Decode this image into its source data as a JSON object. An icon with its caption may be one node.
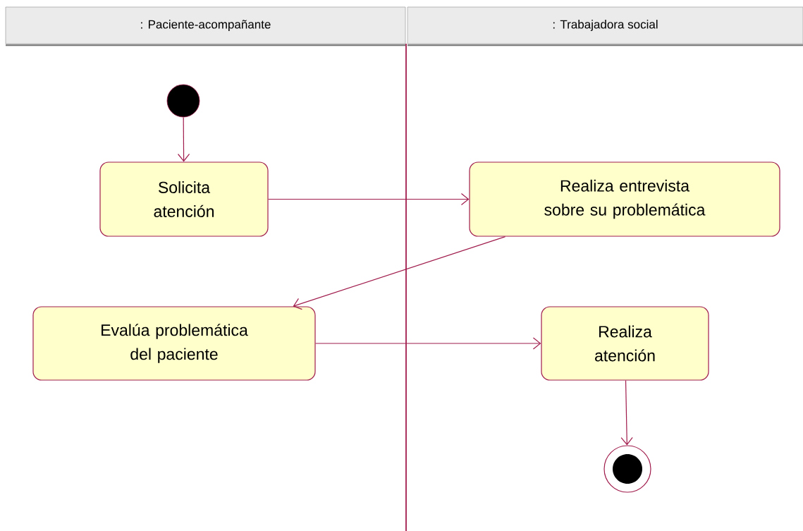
{
  "diagram": {
    "nodes": [
      {
        "text": [
          ": Paciente-acompañante"
        ]
      },
      {
        "text": [
          ": Trabajadora social"
        ]
      },
      {
        "text": [],
        "shape": "circle"
      },
      {
        "text": [
          "Solicita atención"
        ]
      },
      {
        "text": [
          "Realiza entrevista sobre su problemática"
        ]
      },
      {
        "text": [
          "Evalúa problemática del paciente"
        ]
      },
      {
        "text": [
          "Realiza atención"
        ]
      },
      {
        "text": [],
        "shape": "circle"
      }
    ],
    "edges": [
      {
        "from": 2,
        "to": 3,
        "arrow": "to"
      },
      {
        "from": 3,
        "to": 4,
        "arrow": "to"
      },
      {
        "from": 4,
        "to": 5,
        "arrow": "to"
      },
      {
        "from": 5,
        "to": 6,
        "arrow": "to"
      },
      {
        "from": 6,
        "to": 7,
        "arrow": "to"
      }
    ]
  }
}
